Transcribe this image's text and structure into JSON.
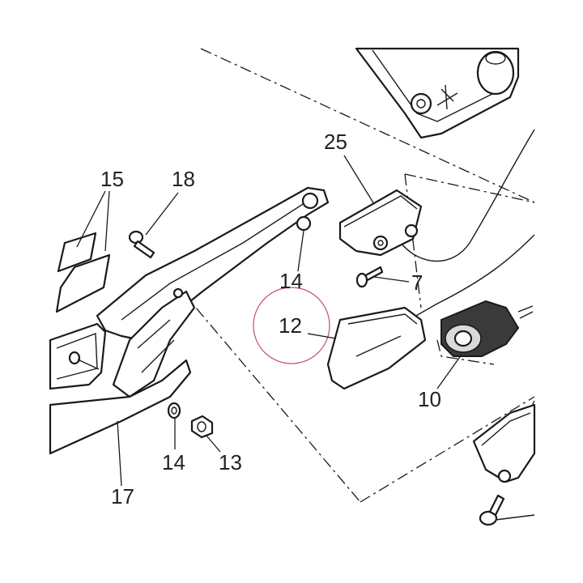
{
  "diagram": {
    "callouts": [
      {
        "id": "c25",
        "text": "25"
      },
      {
        "id": "c15",
        "text": "15"
      },
      {
        "id": "c18",
        "text": "18"
      },
      {
        "id": "c14a",
        "text": "14"
      },
      {
        "id": "c7",
        "text": "7"
      },
      {
        "id": "c12",
        "text": "12"
      },
      {
        "id": "c10",
        "text": "10"
      },
      {
        "id": "c14b",
        "text": "14"
      },
      {
        "id": "c13",
        "text": "13"
      },
      {
        "id": "c17",
        "text": "17"
      }
    ],
    "highlight_color": "#c0506a"
  }
}
